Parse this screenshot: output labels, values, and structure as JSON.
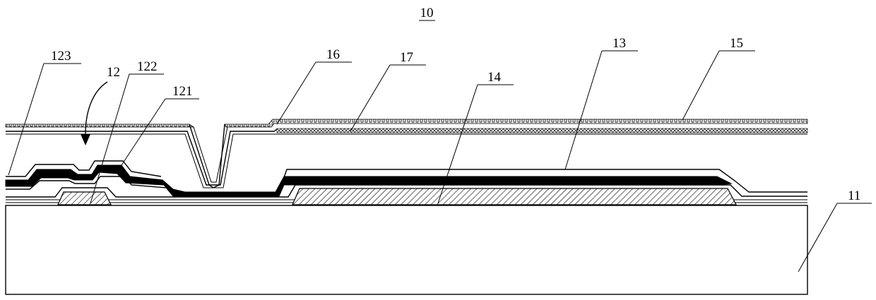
{
  "figure": {
    "number": "10",
    "labels": {
      "substrate": "11",
      "thin_film_transistor": "12",
      "layer_121": "121",
      "layer_122": "122",
      "layer_123": "123",
      "layer_13": "13",
      "layer_14": "14",
      "layer_15": "15",
      "layer_16": "16",
      "layer_17": "17"
    }
  },
  "colors": {
    "ink": "#000000",
    "background": "#ffffff"
  }
}
